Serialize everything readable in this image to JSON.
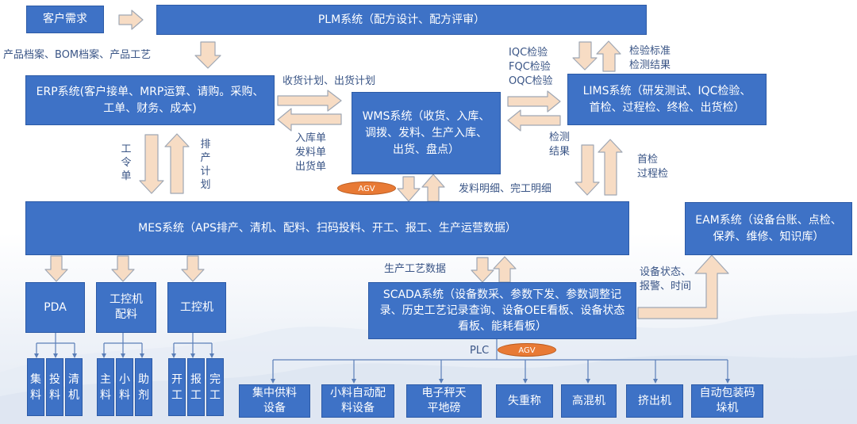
{
  "diagram": {
    "customer": "客户需求",
    "plm": "PLM系统（配方设计、配方评审）",
    "erp": "ERP系统(客户接单、MRP运算、请购。采购、工单、财务、成本)",
    "wms": "WMS系统（收货、入库、调拨、发料、生产入库、出货、盘点）",
    "lims": "LIMS系统（研发测试、IQC检验、首检、过程检、终检、出货检）",
    "mes": "MES系统（APS排产、清机、配料、扫码投料、开工、报工、生产运营数据）",
    "eam": "EAM系统（设备台账、点检、保养、维修、知识库）",
    "scada": "SCADA系统（设备数采、参数下发、参数调整记录、历史工艺记录查询、设备OEE看板、设备状态看板、能耗看板）",
    "pda": "PDA",
    "ipc_batching": "工控机配料",
    "ipc": "工控机",
    "pda_children": [
      "集料",
      "投料",
      "清机"
    ],
    "ipc_batching_children": [
      "主料",
      "小料",
      "助剂"
    ],
    "ipc_children": [
      "开工",
      "报工",
      "完工"
    ],
    "equipment": [
      "集中供料设备",
      "小料自动配料设备",
      "电子秤天平地磅",
      "失重称",
      "高混机",
      "挤出机",
      "自动包装码垛机"
    ],
    "labels": {
      "plm_to_erp": "产品档案、BOM档案、产品工艺",
      "erp_wms": "收货计划、出货计划",
      "wms_to_erp": "入库单\n发料单\n出货单",
      "wms_to_lims": "IQC检验\nFQC检验\nOQC检验",
      "lims_to_plm": "检验标准\n检测结果",
      "lims_to_wms": "检测\n结果",
      "mes_to_lims": "首检\n过程检",
      "erp_to_mes": "工令单",
      "mes_to_erp": "排产计划",
      "mes_wms": "发料明细、完工明细",
      "mes_scada": "生产工艺数据",
      "scada_to_eam": "设备状态、\n报警、时间",
      "plc": "PLC",
      "agv": "AGV"
    }
  }
}
